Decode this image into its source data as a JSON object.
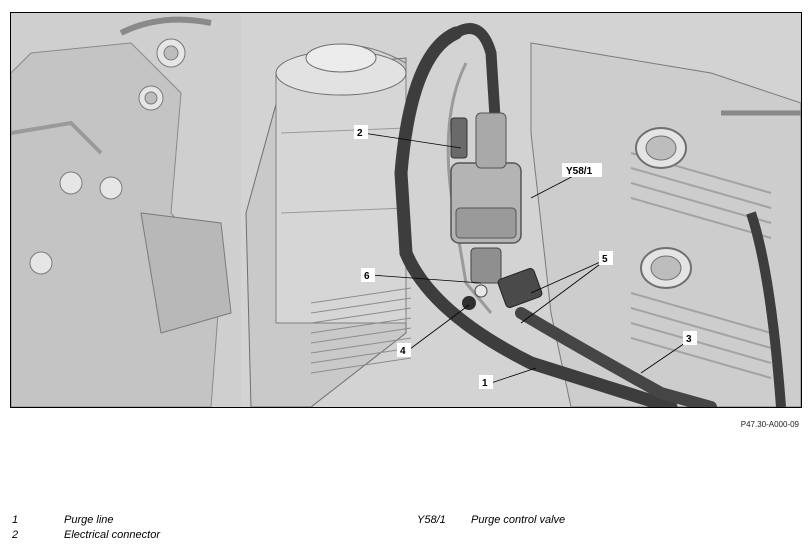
{
  "figure": {
    "code": "P47.30-A000-09",
    "callouts": [
      "1",
      "2",
      "3",
      "4",
      "5",
      "6",
      "Y58/1"
    ]
  },
  "legend": [
    {
      "num": "1",
      "text": "Purge line"
    },
    {
      "num": "2",
      "text": "Electrical connector"
    },
    {
      "num": "Y58/1",
      "text": "Purge control valve"
    }
  ]
}
